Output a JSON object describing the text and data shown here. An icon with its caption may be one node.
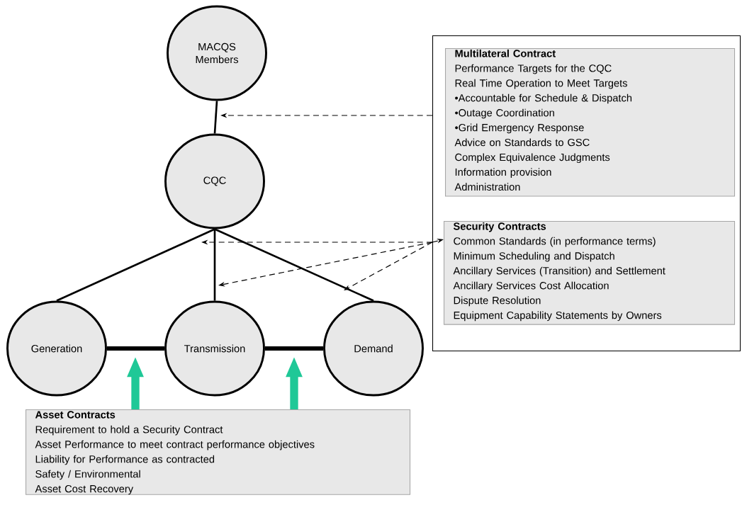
{
  "diagram": {
    "nodes": [
      {
        "text": [
          "MACQS Members"
        ]
      },
      {
        "text": [
          "CQC"
        ]
      },
      {
        "text": [
          "Generation"
        ]
      },
      {
        "text": [
          "Transmission"
        ]
      },
      {
        "text": [
          "Demand"
        ]
      },
      {
        "text": [],
        "shape": "box"
      },
      {
        "text": [
          "Multilateral Contract",
          "Performance Targets for the CQC",
          "Real Time Operation to Meet Targets",
          "•Accountable for Schedule & Dispatch",
          "•Outage Coordination",
          "•Grid Emergency Response",
          "Advice on Standards to GSC",
          "Complex Equivalence Judgments",
          "Information provision",
          "Administration"
        ],
        "in": 5
      },
      {
        "text": [
          "Security Contracts",
          "Common Standards (in performance terms)",
          "Minimum Scheduling and Dispatch",
          "Ancillary Services (Transition) and Settlement",
          "Ancillary Services Cost Allocation",
          "Dispute Resolution",
          "Equipment Capability Statements by Owners"
        ],
        "in": 5
      },
      {
        "text": [
          "Asset Contracts",
          "Requirement to hold a Security Contract",
          "Asset Performance to meet contract performance objectives",
          "Liability for Performance as contracted",
          "Safety / Environmental",
          "Asset Cost Recovery"
        ]
      }
    ],
    "edges": [
      {
        "from": 0,
        "to": 1,
        "arrow": "none"
      },
      {
        "from": 1,
        "to": 2,
        "arrow": "none"
      },
      {
        "from": 1,
        "to": 3,
        "arrow": "none"
      },
      {
        "from": 1,
        "to": 4,
        "arrow": "none"
      },
      {
        "from": 2,
        "to": 3,
        "arrow": "none",
        "style": "thick"
      },
      {
        "from": 3,
        "to": 4,
        "arrow": "none",
        "style": "thick"
      },
      {
        "from": 5,
        "to": null,
        "arrow": "to",
        "style": "dashed"
      },
      {
        "from": 5,
        "to": null,
        "arrow": "to",
        "style": "dashed"
      },
      {
        "from": 5,
        "to": null,
        "arrow": "to",
        "style": "dashed"
      },
      {
        "from": 5,
        "to": null,
        "arrow": "to",
        "style": "dashed"
      },
      {
        "from": 5,
        "to": 7,
        "arrow": "to",
        "style": "dashed"
      },
      {
        "from": 8,
        "to": null,
        "arrow": "to",
        "style": "thick",
        "color": "#1fc897"
      },
      {
        "from": 8,
        "to": null,
        "arrow": "to",
        "style": "thick",
        "color": "#1fc897"
      }
    ]
  }
}
